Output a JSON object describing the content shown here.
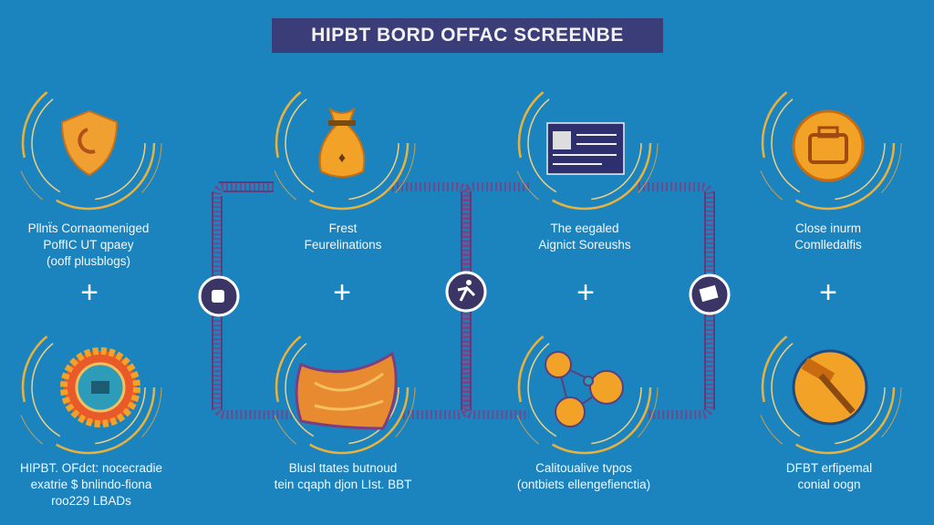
{
  "title": "HIPBT BORD OFFAC SCREENBE",
  "top_items": [
    {
      "icon": "shield-icon",
      "lines": [
        "Pllnẗs Cornaomeniged",
        "PoffIC UT qpaey",
        "(ooff plusblogs)"
      ]
    },
    {
      "icon": "money-bag-icon",
      "lines": [
        "Frest",
        "Feurelinations"
      ]
    },
    {
      "icon": "document-icon",
      "lines": [
        "The eegaled",
        "Aignict Soreushs"
      ]
    },
    {
      "icon": "briefcase-icon",
      "lines": [
        "Close inurm",
        "Comlledalfis"
      ]
    }
  ],
  "bottom_items": [
    {
      "icon": "gear-badge-icon",
      "lines": [
        "HIPBT. OFdct: nocecradie",
        "exatrie $ bnlindo-fiona",
        "roo229 LBADs"
      ]
    },
    {
      "icon": "folded-map-icon",
      "lines": [
        "Blusl ttates butnoud",
        "tein cqaph djon LIst. BBT"
      ]
    },
    {
      "icon": "network-nodes-icon",
      "lines": [
        "Calitoualive tvpos",
        "(ontbiets ellengefienctia)"
      ]
    },
    {
      "icon": "hammer-icon",
      "lines": [
        "DFBT erfipemal",
        "conial oogn"
      ]
    }
  ],
  "connectors": [
    "hand-icon",
    "runner-icon",
    "card-icon"
  ],
  "plus_sign": "+",
  "colors": {
    "background": "#1b84bf",
    "title_bg": "#3b3d78",
    "ring": "#e8b23c",
    "track": "#6b4a8e",
    "icon_orange": "#f0a030"
  }
}
